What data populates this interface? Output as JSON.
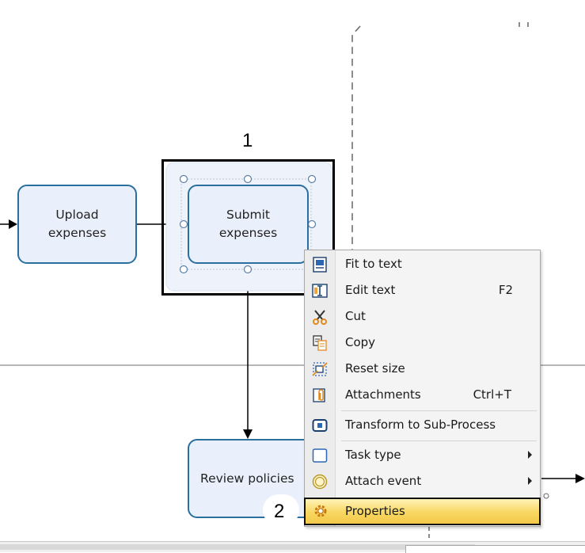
{
  "diagram": {
    "tasks": [
      {
        "id": "upload",
        "label": "Upload\nexpenses"
      },
      {
        "id": "submit",
        "label": "Submit\nexpenses"
      },
      {
        "id": "review",
        "label": "Review policies"
      }
    ]
  },
  "callouts": {
    "first": "1",
    "second": "2"
  },
  "context_menu": {
    "items": [
      {
        "label": "Fit to text",
        "shortcut": "",
        "icon": "fit-to-text-icon"
      },
      {
        "label": "Edit text",
        "shortcut": "F2",
        "icon": "edit-text-icon"
      },
      {
        "label": "Cut",
        "shortcut": "",
        "icon": "scissors-icon"
      },
      {
        "label": "Copy",
        "shortcut": "",
        "icon": "copy-icon"
      },
      {
        "label": "Reset size",
        "shortcut": "",
        "icon": "reset-size-icon"
      },
      {
        "label": "Attachments",
        "shortcut": "Ctrl+T",
        "icon": "paperclip-icon"
      },
      {
        "label": "Transform to Sub-Process",
        "shortcut": "",
        "icon": "subprocess-icon"
      },
      {
        "label": "Task type",
        "shortcut": "",
        "icon": "task-type-icon",
        "submenu": true
      },
      {
        "label": "Attach event",
        "shortcut": "",
        "icon": "event-icon",
        "submenu": true
      },
      {
        "label": "Properties",
        "shortcut": "",
        "icon": "gear-icon",
        "highlighted": true
      }
    ]
  },
  "colors": {
    "task_border": "#2b6f9e",
    "task_fill": "#eaf0fb",
    "highlight": "#f8d760"
  }
}
